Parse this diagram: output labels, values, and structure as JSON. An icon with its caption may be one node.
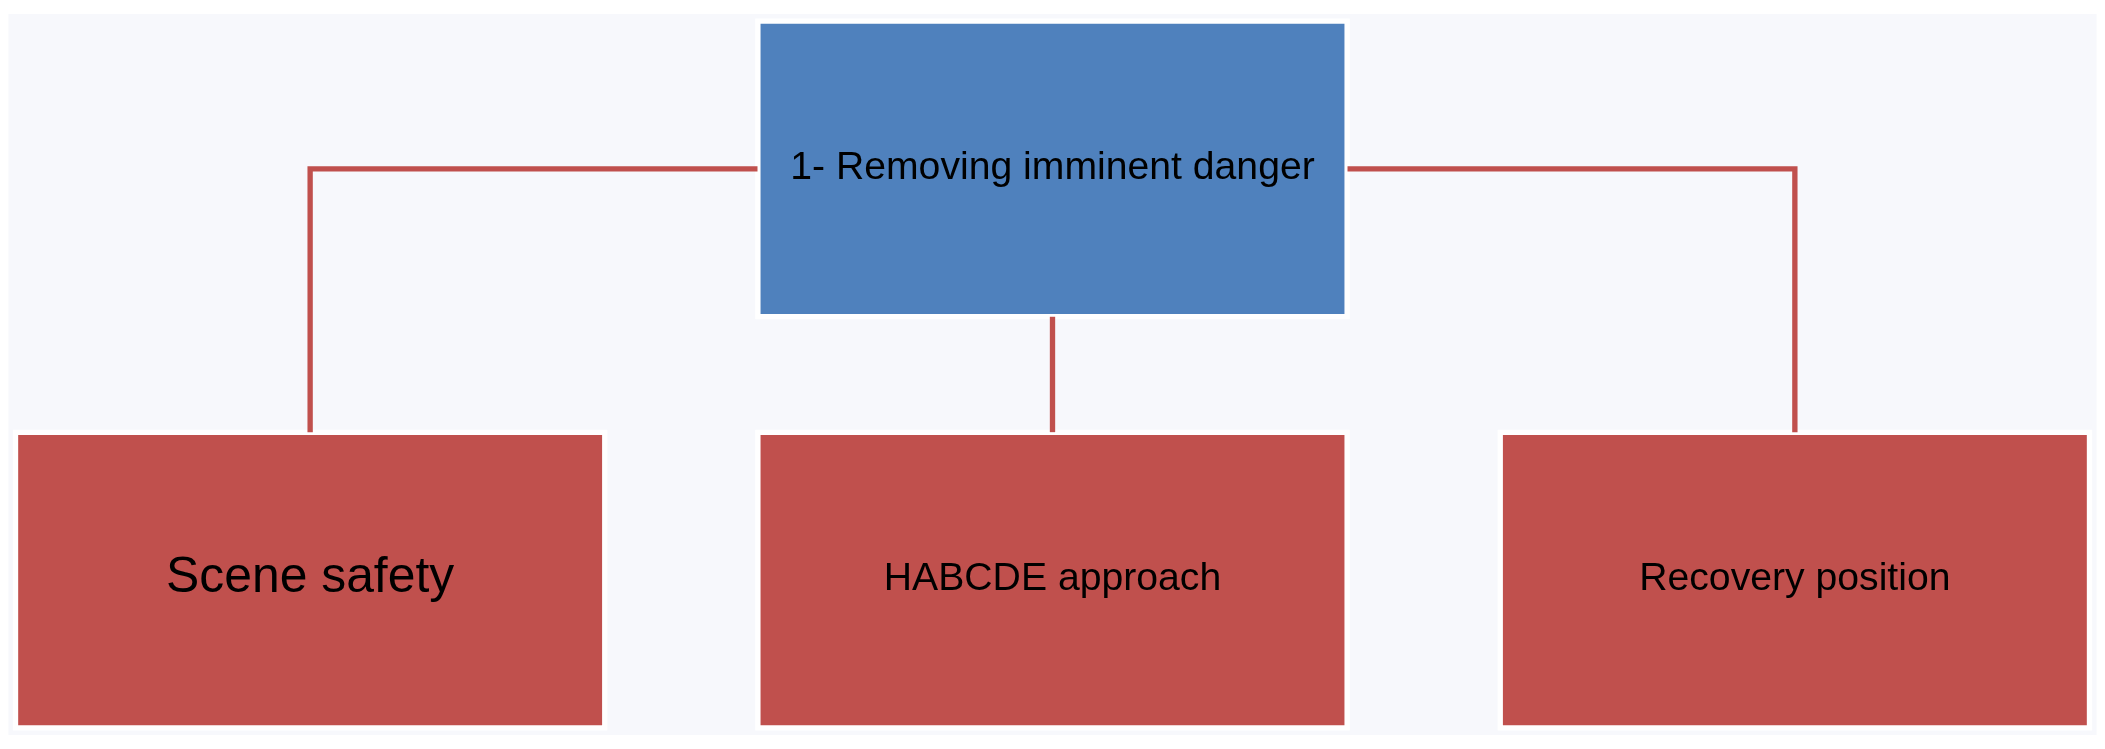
{
  "diagram": {
    "nodes": [
      {
        "text": [
          "1- Removing imminent danger"
        ]
      },
      {
        "text": [
          "Scene safety"
        ]
      },
      {
        "text": [
          "HABCDE approach"
        ]
      },
      {
        "text": [
          "Recovery position"
        ]
      }
    ],
    "edges": [
      {
        "from": 0,
        "to": 1,
        "arrow": "none"
      },
      {
        "from": 0,
        "to": 2,
        "arrow": "none"
      },
      {
        "from": 0,
        "to": 3,
        "arrow": "none"
      }
    ]
  }
}
